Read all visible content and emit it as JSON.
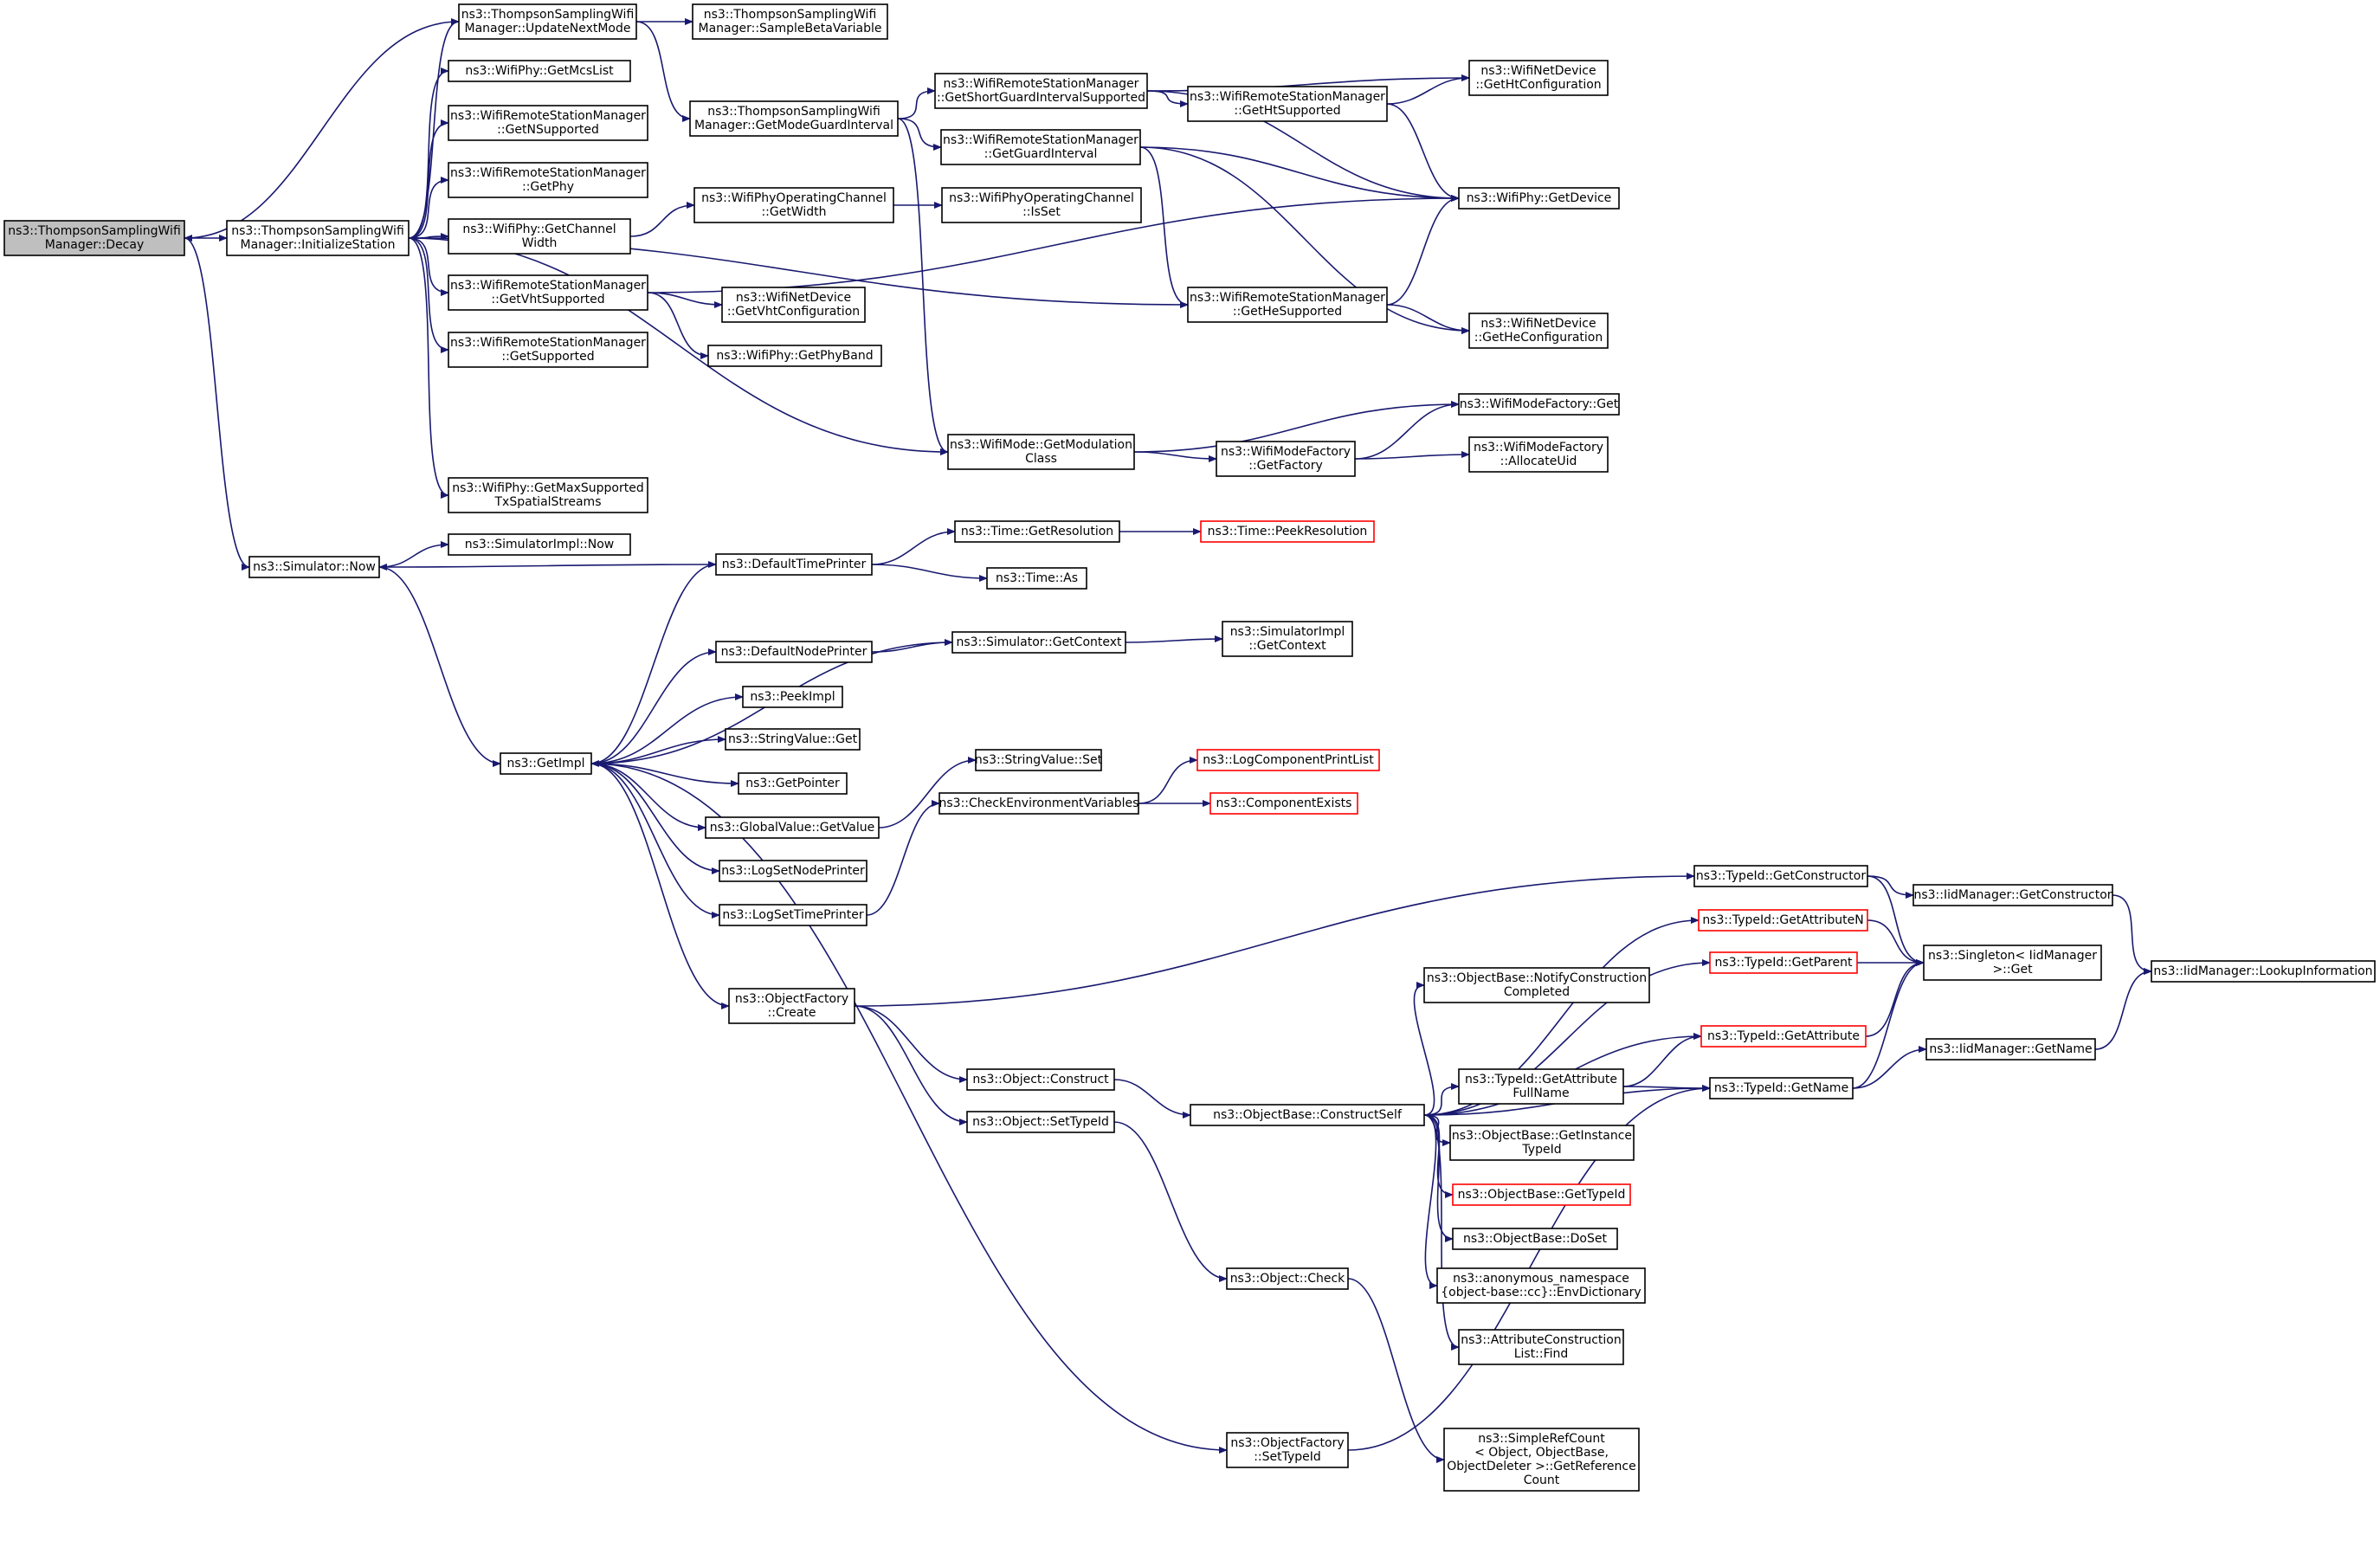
{
  "colors": {
    "edge": "#191970",
    "node_border": "#000000",
    "node_border_incomplete": "#ff0000",
    "node_fill": "#ffffff",
    "root_fill": "#bfbfbf"
  },
  "nodes": [
    {
      "id": "decay",
      "lines": [
        "ns3::ThompsonSamplingWifi",
        "Manager::Decay"
      ],
      "root": true
    },
    {
      "id": "update_next_mode",
      "lines": [
        "ns3::ThompsonSamplingWifi",
        "Manager::UpdateNextMode"
      ]
    },
    {
      "id": "sample_beta",
      "lines": [
        "ns3::ThompsonSamplingWifi",
        "Manager::SampleBetaVariable"
      ]
    },
    {
      "id": "initialize_station",
      "lines": [
        "ns3::ThompsonSamplingWifi",
        "Manager::InitializeStation"
      ]
    },
    {
      "id": "get_mcs_list",
      "lines": [
        "ns3::WifiPhy::GetMcsList"
      ]
    },
    {
      "id": "get_n_supported",
      "lines": [
        "ns3::WifiRemoteStationManager",
        "::GetNSupported"
      ]
    },
    {
      "id": "get_phy",
      "lines": [
        "ns3::WifiRemoteStationManager",
        "::GetPhy"
      ]
    },
    {
      "id": "get_channel_width",
      "lines": [
        "ns3::WifiPhy::GetChannel",
        "Width"
      ]
    },
    {
      "id": "get_vht_supported",
      "lines": [
        "ns3::WifiRemoteStationManager",
        "::GetVhtSupported"
      ]
    },
    {
      "id": "get_supported",
      "lines": [
        "ns3::WifiRemoteStationManager",
        "::GetSupported"
      ]
    },
    {
      "id": "get_max_streams",
      "lines": [
        "ns3::WifiPhy::GetMaxSupported",
        "TxSpatialStreams"
      ]
    },
    {
      "id": "get_mode_guard",
      "lines": [
        "ns3::ThompsonSamplingWifi",
        "Manager::GetModeGuardInterval"
      ]
    },
    {
      "id": "get_sgi_supported",
      "lines": [
        "ns3::WifiRemoteStationManager",
        "::GetShortGuardIntervalSupported"
      ]
    },
    {
      "id": "get_guard_interval",
      "lines": [
        "ns3::WifiRemoteStationManager",
        "::GetGuardInterval"
      ]
    },
    {
      "id": "opchan_get_width",
      "lines": [
        "ns3::WifiPhyOperatingChannel",
        "::GetWidth"
      ]
    },
    {
      "id": "opchan_is_set",
      "lines": [
        "ns3::WifiPhyOperatingChannel",
        "::IsSet"
      ]
    },
    {
      "id": "get_vht_config",
      "lines": [
        "ns3::WifiNetDevice",
        "::GetVhtConfiguration"
      ]
    },
    {
      "id": "get_phy_band",
      "lines": [
        "ns3::WifiPhy::GetPhyBand"
      ]
    },
    {
      "id": "get_ht_supported",
      "lines": [
        "ns3::WifiRemoteStationManager",
        "::GetHtSupported"
      ]
    },
    {
      "id": "get_ht_config",
      "lines": [
        "ns3::WifiNetDevice",
        "::GetHtConfiguration"
      ]
    },
    {
      "id": "phy_get_device",
      "lines": [
        "ns3::WifiPhy::GetDevice"
      ]
    },
    {
      "id": "get_he_supported",
      "lines": [
        "ns3::WifiRemoteStationManager",
        "::GetHeSupported"
      ]
    },
    {
      "id": "get_he_config",
      "lines": [
        "ns3::WifiNetDevice",
        "::GetHeConfiguration"
      ]
    },
    {
      "id": "get_modulation_class",
      "lines": [
        "ns3::WifiMode::GetModulation",
        "Class"
      ]
    },
    {
      "id": "mode_factory_get_factory",
      "lines": [
        "ns3::WifiModeFactory",
        "::GetFactory"
      ]
    },
    {
      "id": "mode_factory_get",
      "lines": [
        "ns3::WifiModeFactory::Get"
      ]
    },
    {
      "id": "allocate_uid",
      "lines": [
        "ns3::WifiModeFactory",
        "::AllocateUid"
      ]
    },
    {
      "id": "simulator_now",
      "lines": [
        "ns3::Simulator::Now"
      ]
    },
    {
      "id": "simimpl_now",
      "lines": [
        "ns3::SimulatorImpl::Now"
      ]
    },
    {
      "id": "default_time_printer",
      "lines": [
        "ns3::DefaultTimePrinter"
      ]
    },
    {
      "id": "time_get_resolution",
      "lines": [
        "ns3::Time::GetResolution"
      ]
    },
    {
      "id": "time_peek_resolution",
      "lines": [
        "ns3::Time::PeekResolution"
      ],
      "incomplete": true
    },
    {
      "id": "time_as",
      "lines": [
        "ns3::Time::As"
      ]
    },
    {
      "id": "default_node_printer",
      "lines": [
        "ns3::DefaultNodePrinter"
      ]
    },
    {
      "id": "simulator_get_context",
      "lines": [
        "ns3::Simulator::GetContext"
      ]
    },
    {
      "id": "simimpl_get_context",
      "lines": [
        "ns3::SimulatorImpl",
        "::GetContext"
      ]
    },
    {
      "id": "get_impl",
      "lines": [
        "ns3::GetImpl"
      ]
    },
    {
      "id": "peek_impl",
      "lines": [
        "ns3::PeekImpl"
      ]
    },
    {
      "id": "string_value_get",
      "lines": [
        "ns3::StringValue::Get"
      ]
    },
    {
      "id": "get_pointer",
      "lines": [
        "ns3::GetPointer"
      ]
    },
    {
      "id": "global_value_get_value",
      "lines": [
        "ns3::GlobalValue::GetValue"
      ]
    },
    {
      "id": "string_value_set",
      "lines": [
        "ns3::StringValue::Set"
      ]
    },
    {
      "id": "check_env_vars",
      "lines": [
        "ns3::CheckEnvironmentVariables"
      ]
    },
    {
      "id": "log_component_print_list",
      "lines": [
        "ns3::LogComponentPrintList"
      ],
      "incomplete": true
    },
    {
      "id": "component_exists",
      "lines": [
        "ns3::ComponentExists"
      ],
      "incomplete": true
    },
    {
      "id": "log_set_node_printer",
      "lines": [
        "ns3::LogSetNodePrinter"
      ]
    },
    {
      "id": "log_set_time_printer",
      "lines": [
        "ns3::LogSetTimePrinter"
      ]
    },
    {
      "id": "object_factory_create",
      "lines": [
        "ns3::ObjectFactory",
        "::Create"
      ]
    },
    {
      "id": "typeid_get_constructor",
      "lines": [
        "ns3::TypeId::GetConstructor"
      ]
    },
    {
      "id": "iid_get_constructor",
      "lines": [
        "ns3::IidManager::GetConstructor"
      ]
    },
    {
      "id": "typeid_get_attribute_n",
      "lines": [
        "ns3::TypeId::GetAttributeN"
      ],
      "incomplete": true
    },
    {
      "id": "typeid_get_parent",
      "lines": [
        "ns3::TypeId::GetParent"
      ],
      "incomplete": true
    },
    {
      "id": "singleton_get",
      "lines": [
        "ns3::Singleton< IidManager",
        " >::Get"
      ]
    },
    {
      "id": "iid_lookup_information",
      "lines": [
        "ns3::IidManager::LookupInformation"
      ]
    },
    {
      "id": "notify_construction_completed",
      "lines": [
        "ns3::ObjectBase::NotifyConstruction",
        "Completed"
      ]
    },
    {
      "id": "typeid_get_attribute",
      "lines": [
        "ns3::TypeId::GetAttribute"
      ],
      "incomplete": true
    },
    {
      "id": "iid_get_name",
      "lines": [
        "ns3::IidManager::GetName"
      ]
    },
    {
      "id": "object_construct",
      "lines": [
        "ns3::Object::Construct"
      ]
    },
    {
      "id": "object_set_type_id",
      "lines": [
        "ns3::Object::SetTypeId"
      ]
    },
    {
      "id": "construct_self",
      "lines": [
        "ns3::ObjectBase::ConstructSelf"
      ]
    },
    {
      "id": "typeid_get_attribute_full_name",
      "lines": [
        "ns3::TypeId::GetAttribute",
        "FullName"
      ]
    },
    {
      "id": "typeid_get_name",
      "lines": [
        "ns3::TypeId::GetName"
      ]
    },
    {
      "id": "get_instance_type_id",
      "lines": [
        "ns3::ObjectBase::GetInstance",
        "TypeId"
      ]
    },
    {
      "id": "object_base_get_type_id",
      "lines": [
        "ns3::ObjectBase::GetTypeId"
      ],
      "incomplete": true
    },
    {
      "id": "object_base_do_set",
      "lines": [
        "ns3::ObjectBase::DoSet"
      ]
    },
    {
      "id": "env_dictionary",
      "lines": [
        "ns3::anonymous_namespace",
        "{object-base::cc}::EnvDictionary"
      ]
    },
    {
      "id": "attribute_construction_list_find",
      "lines": [
        "ns3::AttributeConstruction",
        "List::Find"
      ]
    },
    {
      "id": "object_check",
      "lines": [
        "ns3::Object::Check"
      ]
    },
    {
      "id": "object_factory_set_type_id",
      "lines": [
        "ns3::ObjectFactory",
        "::SetTypeId"
      ]
    },
    {
      "id": "get_reference_count",
      "lines": [
        "ns3::SimpleRefCount",
        "< Object, ObjectBase,",
        " ObjectDeleter >::GetReference",
        "Count"
      ]
    }
  ],
  "edges": [
    {
      "from": "decay",
      "to": "initialize_station"
    },
    {
      "from": "decay",
      "to": "simulator_now"
    },
    {
      "from": "update_next_mode",
      "to": "decay"
    },
    {
      "from": "update_next_mode",
      "to": "sample_beta"
    },
    {
      "from": "update_next_mode",
      "to": "get_mode_guard"
    },
    {
      "from": "initialize_station",
      "to": "update_next_mode"
    },
    {
      "from": "initialize_station",
      "to": "get_mcs_list"
    },
    {
      "from": "initialize_station",
      "to": "get_n_supported"
    },
    {
      "from": "initialize_station",
      "to": "get_phy"
    },
    {
      "from": "initialize_station",
      "to": "get_channel_width"
    },
    {
      "from": "initialize_station",
      "to": "get_vht_supported"
    },
    {
      "from": "initialize_station",
      "to": "get_supported"
    },
    {
      "from": "initialize_station",
      "to": "get_max_streams"
    },
    {
      "from": "initialize_station",
      "to": "get_he_supported"
    },
    {
      "from": "initialize_station",
      "to": "get_modulation_class"
    },
    {
      "from": "get_mode_guard",
      "to": "get_sgi_supported"
    },
    {
      "from": "get_mode_guard",
      "to": "get_guard_interval"
    },
    {
      "from": "get_mode_guard",
      "to": "get_modulation_class"
    },
    {
      "from": "get_sgi_supported",
      "to": "get_ht_config"
    },
    {
      "from": "get_sgi_supported",
      "to": "get_ht_supported"
    },
    {
      "from": "get_sgi_supported",
      "to": "phy_get_device"
    },
    {
      "from": "get_ht_supported",
      "to": "get_ht_config"
    },
    {
      "from": "get_ht_supported",
      "to": "phy_get_device"
    },
    {
      "from": "get_guard_interval",
      "to": "phy_get_device"
    },
    {
      "from": "get_guard_interval",
      "to": "get_he_supported"
    },
    {
      "from": "get_guard_interval",
      "to": "get_he_config"
    },
    {
      "from": "get_channel_width",
      "to": "opchan_get_width"
    },
    {
      "from": "opchan_get_width",
      "to": "opchan_is_set"
    },
    {
      "from": "get_vht_supported",
      "to": "phy_get_device"
    },
    {
      "from": "get_vht_supported",
      "to": "get_vht_config"
    },
    {
      "from": "get_vht_supported",
      "to": "get_phy_band"
    },
    {
      "from": "get_he_supported",
      "to": "phy_get_device"
    },
    {
      "from": "get_he_supported",
      "to": "get_he_config"
    },
    {
      "from": "get_modulation_class",
      "to": "mode_factory_get"
    },
    {
      "from": "get_modulation_class",
      "to": "mode_factory_get_factory"
    },
    {
      "from": "mode_factory_get_factory",
      "to": "mode_factory_get"
    },
    {
      "from": "mode_factory_get_factory",
      "to": "allocate_uid"
    },
    {
      "from": "simulator_now",
      "to": "simimpl_now"
    },
    {
      "from": "simulator_now",
      "to": "get_impl"
    },
    {
      "from": "default_time_printer",
      "to": "simulator_now"
    },
    {
      "from": "default_time_printer",
      "to": "time_get_resolution"
    },
    {
      "from": "default_time_printer",
      "to": "time_as"
    },
    {
      "from": "time_get_resolution",
      "to": "time_peek_resolution"
    },
    {
      "from": "default_node_printer",
      "to": "simulator_get_context"
    },
    {
      "from": "simulator_get_context",
      "to": "simimpl_get_context"
    },
    {
      "from": "simulator_get_context",
      "to": "get_impl"
    },
    {
      "from": "get_impl",
      "to": "default_time_printer"
    },
    {
      "from": "get_impl",
      "to": "default_node_printer"
    },
    {
      "from": "get_impl",
      "to": "peek_impl"
    },
    {
      "from": "get_impl",
      "to": "string_value_get"
    },
    {
      "from": "get_impl",
      "to": "get_pointer"
    },
    {
      "from": "get_impl",
      "to": "global_value_get_value"
    },
    {
      "from": "get_impl",
      "to": "log_set_node_printer"
    },
    {
      "from": "get_impl",
      "to": "log_set_time_printer"
    },
    {
      "from": "get_impl",
      "to": "object_factory_create"
    },
    {
      "from": "get_impl",
      "to": "object_factory_set_type_id"
    },
    {
      "from": "global_value_get_value",
      "to": "string_value_set"
    },
    {
      "from": "log_set_time_printer",
      "to": "check_env_vars"
    },
    {
      "from": "check_env_vars",
      "to": "log_component_print_list"
    },
    {
      "from": "check_env_vars",
      "to": "component_exists"
    },
    {
      "from": "object_factory_create",
      "to": "typeid_get_constructor"
    },
    {
      "from": "object_factory_create",
      "to": "object_construct"
    },
    {
      "from": "object_factory_create",
      "to": "object_set_type_id"
    },
    {
      "from": "typeid_get_constructor",
      "to": "iid_get_constructor"
    },
    {
      "from": "typeid_get_constructor",
      "to": "singleton_get"
    },
    {
      "from": "iid_get_constructor",
      "to": "iid_lookup_information"
    },
    {
      "from": "typeid_get_attribute_n",
      "to": "singleton_get"
    },
    {
      "from": "typeid_get_parent",
      "to": "singleton_get"
    },
    {
      "from": "typeid_get_attribute",
      "to": "singleton_get"
    },
    {
      "from": "typeid_get_name",
      "to": "singleton_get"
    },
    {
      "from": "typeid_get_name",
      "to": "iid_get_name"
    },
    {
      "from": "iid_get_name",
      "to": "iid_lookup_information"
    },
    {
      "from": "object_construct",
      "to": "construct_self"
    },
    {
      "from": "object_set_type_id",
      "to": "object_check"
    },
    {
      "from": "construct_self",
      "to": "typeid_get_attribute_n"
    },
    {
      "from": "construct_self",
      "to": "typeid_get_parent"
    },
    {
      "from": "construct_self",
      "to": "notify_construction_completed"
    },
    {
      "from": "construct_self",
      "to": "typeid_get_attribute"
    },
    {
      "from": "construct_self",
      "to": "typeid_get_attribute_full_name"
    },
    {
      "from": "construct_self",
      "to": "typeid_get_name"
    },
    {
      "from": "construct_self",
      "to": "get_instance_type_id"
    },
    {
      "from": "construct_self",
      "to": "object_base_get_type_id"
    },
    {
      "from": "construct_self",
      "to": "object_base_do_set"
    },
    {
      "from": "construct_self",
      "to": "env_dictionary"
    },
    {
      "from": "construct_self",
      "to": "attribute_construction_list_find"
    },
    {
      "from": "typeid_get_attribute_full_name",
      "to": "typeid_get_attribute"
    },
    {
      "from": "typeid_get_attribute_full_name",
      "to": "typeid_get_name"
    },
    {
      "from": "object_check",
      "to": "get_reference_count"
    },
    {
      "from": "object_factory_set_type_id",
      "to": "typeid_get_name"
    }
  ]
}
